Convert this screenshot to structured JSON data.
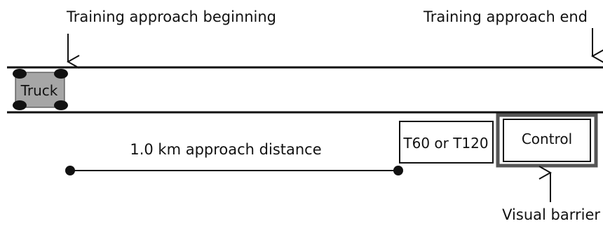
{
  "labels": {
    "beginning": "Training approach beginning",
    "end": "Training approach end",
    "truck": "Truck",
    "distance": "1.0 km approach distance",
    "treatment": "T60 or T120",
    "control": "Control",
    "barrier": "Visual barrier"
  },
  "colors": {
    "line": "#111111",
    "truck_fill": "#a6a6a6",
    "barrier_outer": "#555555"
  }
}
